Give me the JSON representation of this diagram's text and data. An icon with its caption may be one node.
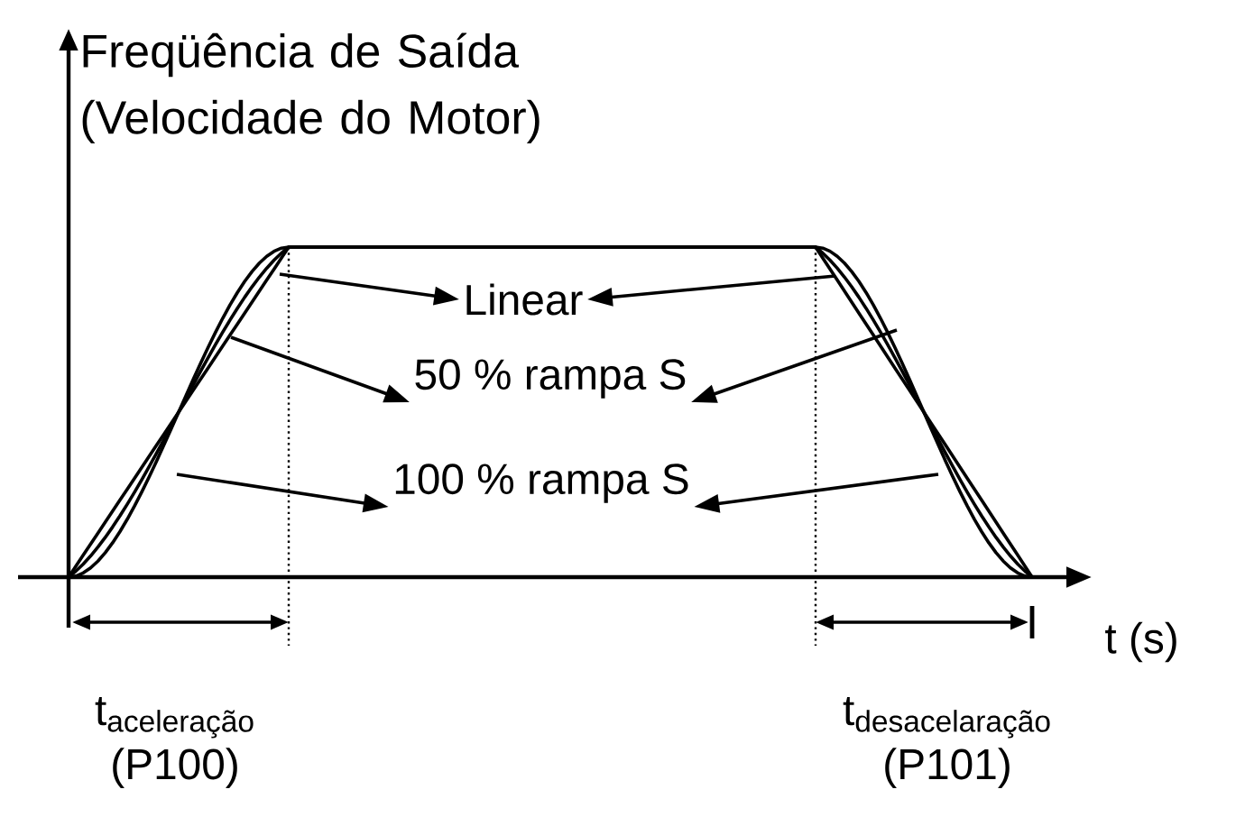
{
  "diagram": {
    "nodes": [
      {
        "text": [
          "Linear"
        ]
      },
      {
        "text": [
          "50 % rampa S"
        ]
      },
      {
        "text": [
          "100 % rampa S"
        ]
      }
    ],
    "edges": [
      {
        "from": null,
        "to": 0,
        "arrow": "to"
      },
      {
        "from": null,
        "to": 0,
        "arrow": "to"
      },
      {
        "from": null,
        "to": 1,
        "arrow": "to"
      },
      {
        "from": null,
        "to": 1,
        "arrow": "to"
      },
      {
        "from": null,
        "to": 2,
        "arrow": "to"
      },
      {
        "from": null,
        "to": 2,
        "arrow": "to"
      }
    ],
    "labels": [
      "Freqüência de Saída (Velocidade do Motor)",
      "t (s)",
      "\\text{t}_{\\text{aceleração}}",
      "(P100)",
      "\\text{t}_{\\text{desacelaração}}",
      "(P101)"
    ]
  }
}
